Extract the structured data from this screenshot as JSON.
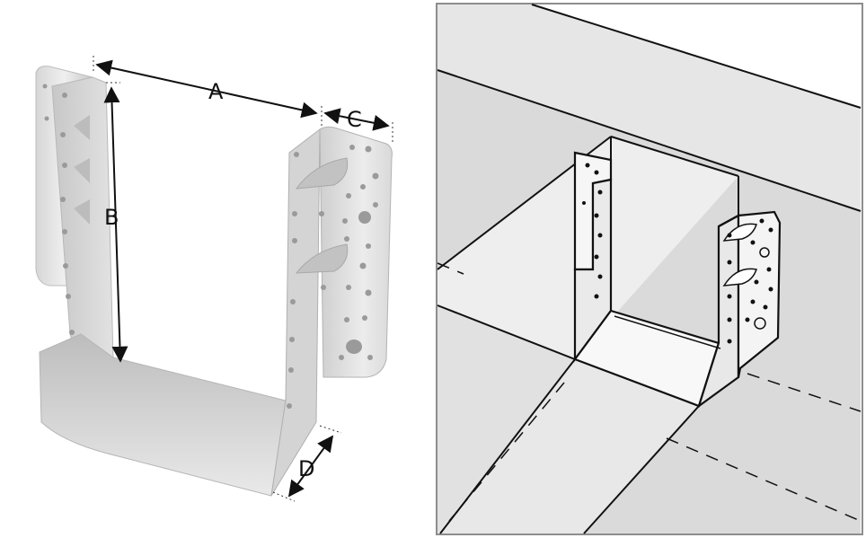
{
  "left_figure": {
    "labels": {
      "a": "A",
      "b": "B",
      "c": "C",
      "d": "D"
    }
  },
  "colors": {
    "metal_light": "#e9e9e9",
    "metal_mid": "#d2d2d2",
    "metal_dark": "#b3b3b3",
    "hole": "#9a9a9a",
    "dimension_line": "#111111",
    "panel_border": "#8d8d8d",
    "timber_top": "#e6e6e6",
    "timber_face": "#d8d8d8",
    "background_beam": "#dcdcdc",
    "hanger_fill": "#f4f4f4",
    "outline": "#111111"
  }
}
